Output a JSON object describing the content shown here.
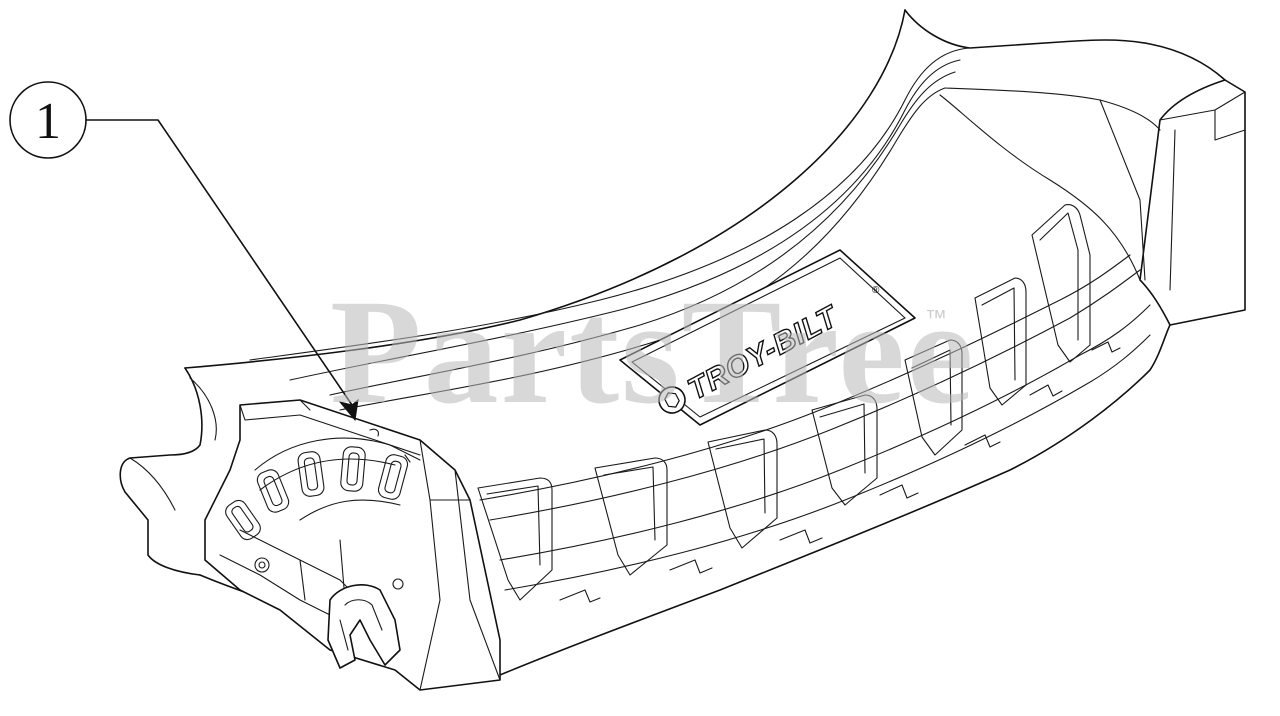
{
  "callouts": [
    {
      "label": "1"
    }
  ],
  "watermark": {
    "text": "PartsTree",
    "trademark": "™"
  },
  "brand_logo": {
    "text": "TROY-BILT",
    "registered": "®"
  },
  "colors": {
    "line": "#111111",
    "watermark": "#b9b9b9",
    "background": "#ffffff"
  }
}
